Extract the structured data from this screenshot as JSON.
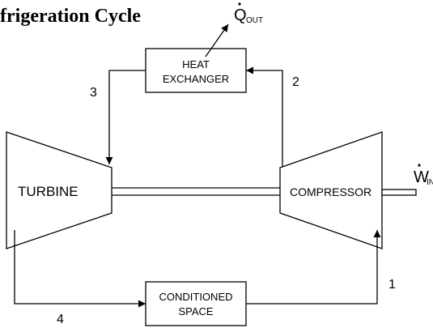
{
  "title": "frigeration Cycle",
  "components": {
    "heat_exchanger": [
      "HEAT",
      "EXCHANGER"
    ],
    "turbine": "TURBINE",
    "compressor": "COMPRESSOR",
    "conditioned_space": [
      "CONDITIONED",
      "SPACE"
    ]
  },
  "states": {
    "s1": "1",
    "s2": "2",
    "s3": "3",
    "s4": "4"
  },
  "q_out": {
    "symbol": "Q",
    "subscript": "OUT"
  },
  "w_in": {
    "symbol": "W",
    "subscript": "IN"
  }
}
